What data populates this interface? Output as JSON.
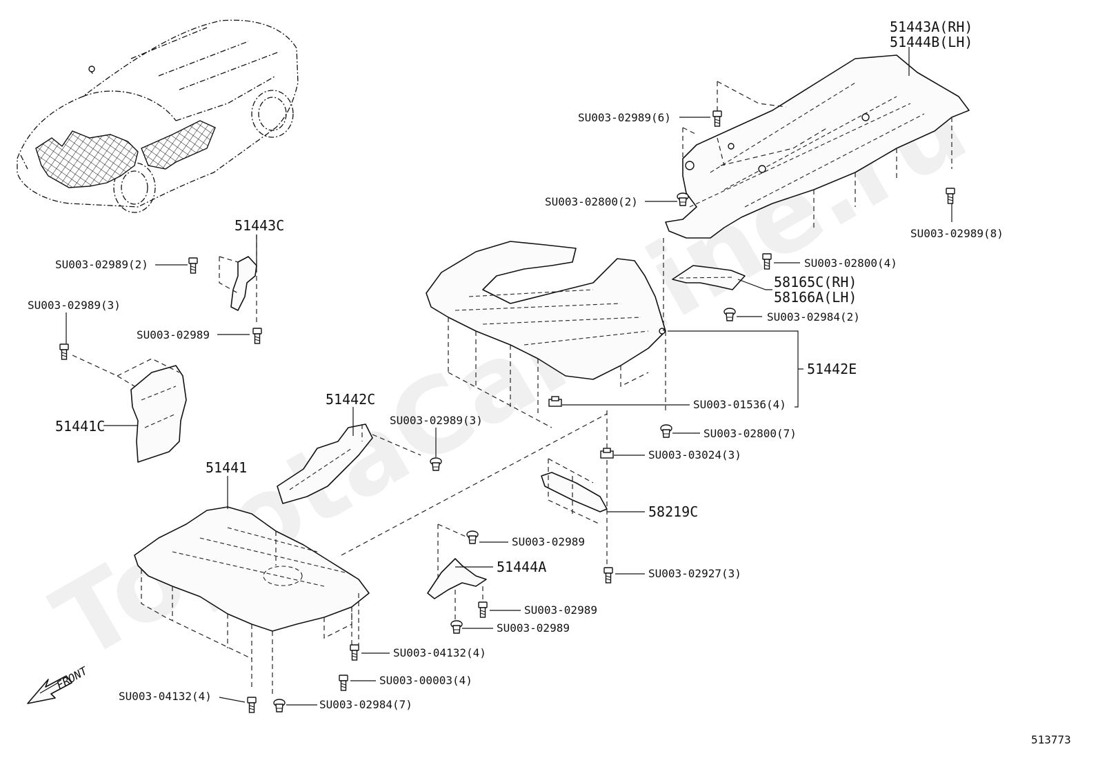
{
  "watermark": "ToyotaCarMine.ru",
  "diagram_id": "513773",
  "front_label": "FRONT",
  "parts": {
    "p51443A": "51443A(RH)",
    "p51444B": "51444B(LH)",
    "p51443C": "51443C",
    "p58165C": "58165C(RH)",
    "p58166A": "58166A(LH)",
    "p51442E": "51442E",
    "p51441C": "51441C",
    "p51442C": "51442C",
    "p51441": "51441",
    "p58219C": "58219C",
    "p51444A": "51444A"
  },
  "fasteners": {
    "f01": "SU003-02989(6)",
    "f02": "SU003-02800(2)",
    "f03": "SU003-02989(8)",
    "f04": "SU003-02800(4)",
    "f05": "SU003-02984(2)",
    "f06": "SU003-02989(2)",
    "f07": "SU003-02989(3)",
    "f08": "SU003-02989",
    "f09": "SU003-01536(4)",
    "f10": "SU003-02989(3)",
    "f11": "SU003-02800(7)",
    "f12": "SU003-03024(3)",
    "f13": "SU003-02989",
    "f14": "SU003-02927(3)",
    "f15": "SU003-02989",
    "f16": "SU003-02989",
    "f17": "SU003-04132(4)",
    "f18": "SU003-00003(4)",
    "f19": "SU003-04132(4)",
    "f20": "SU003-02984(7)"
  }
}
